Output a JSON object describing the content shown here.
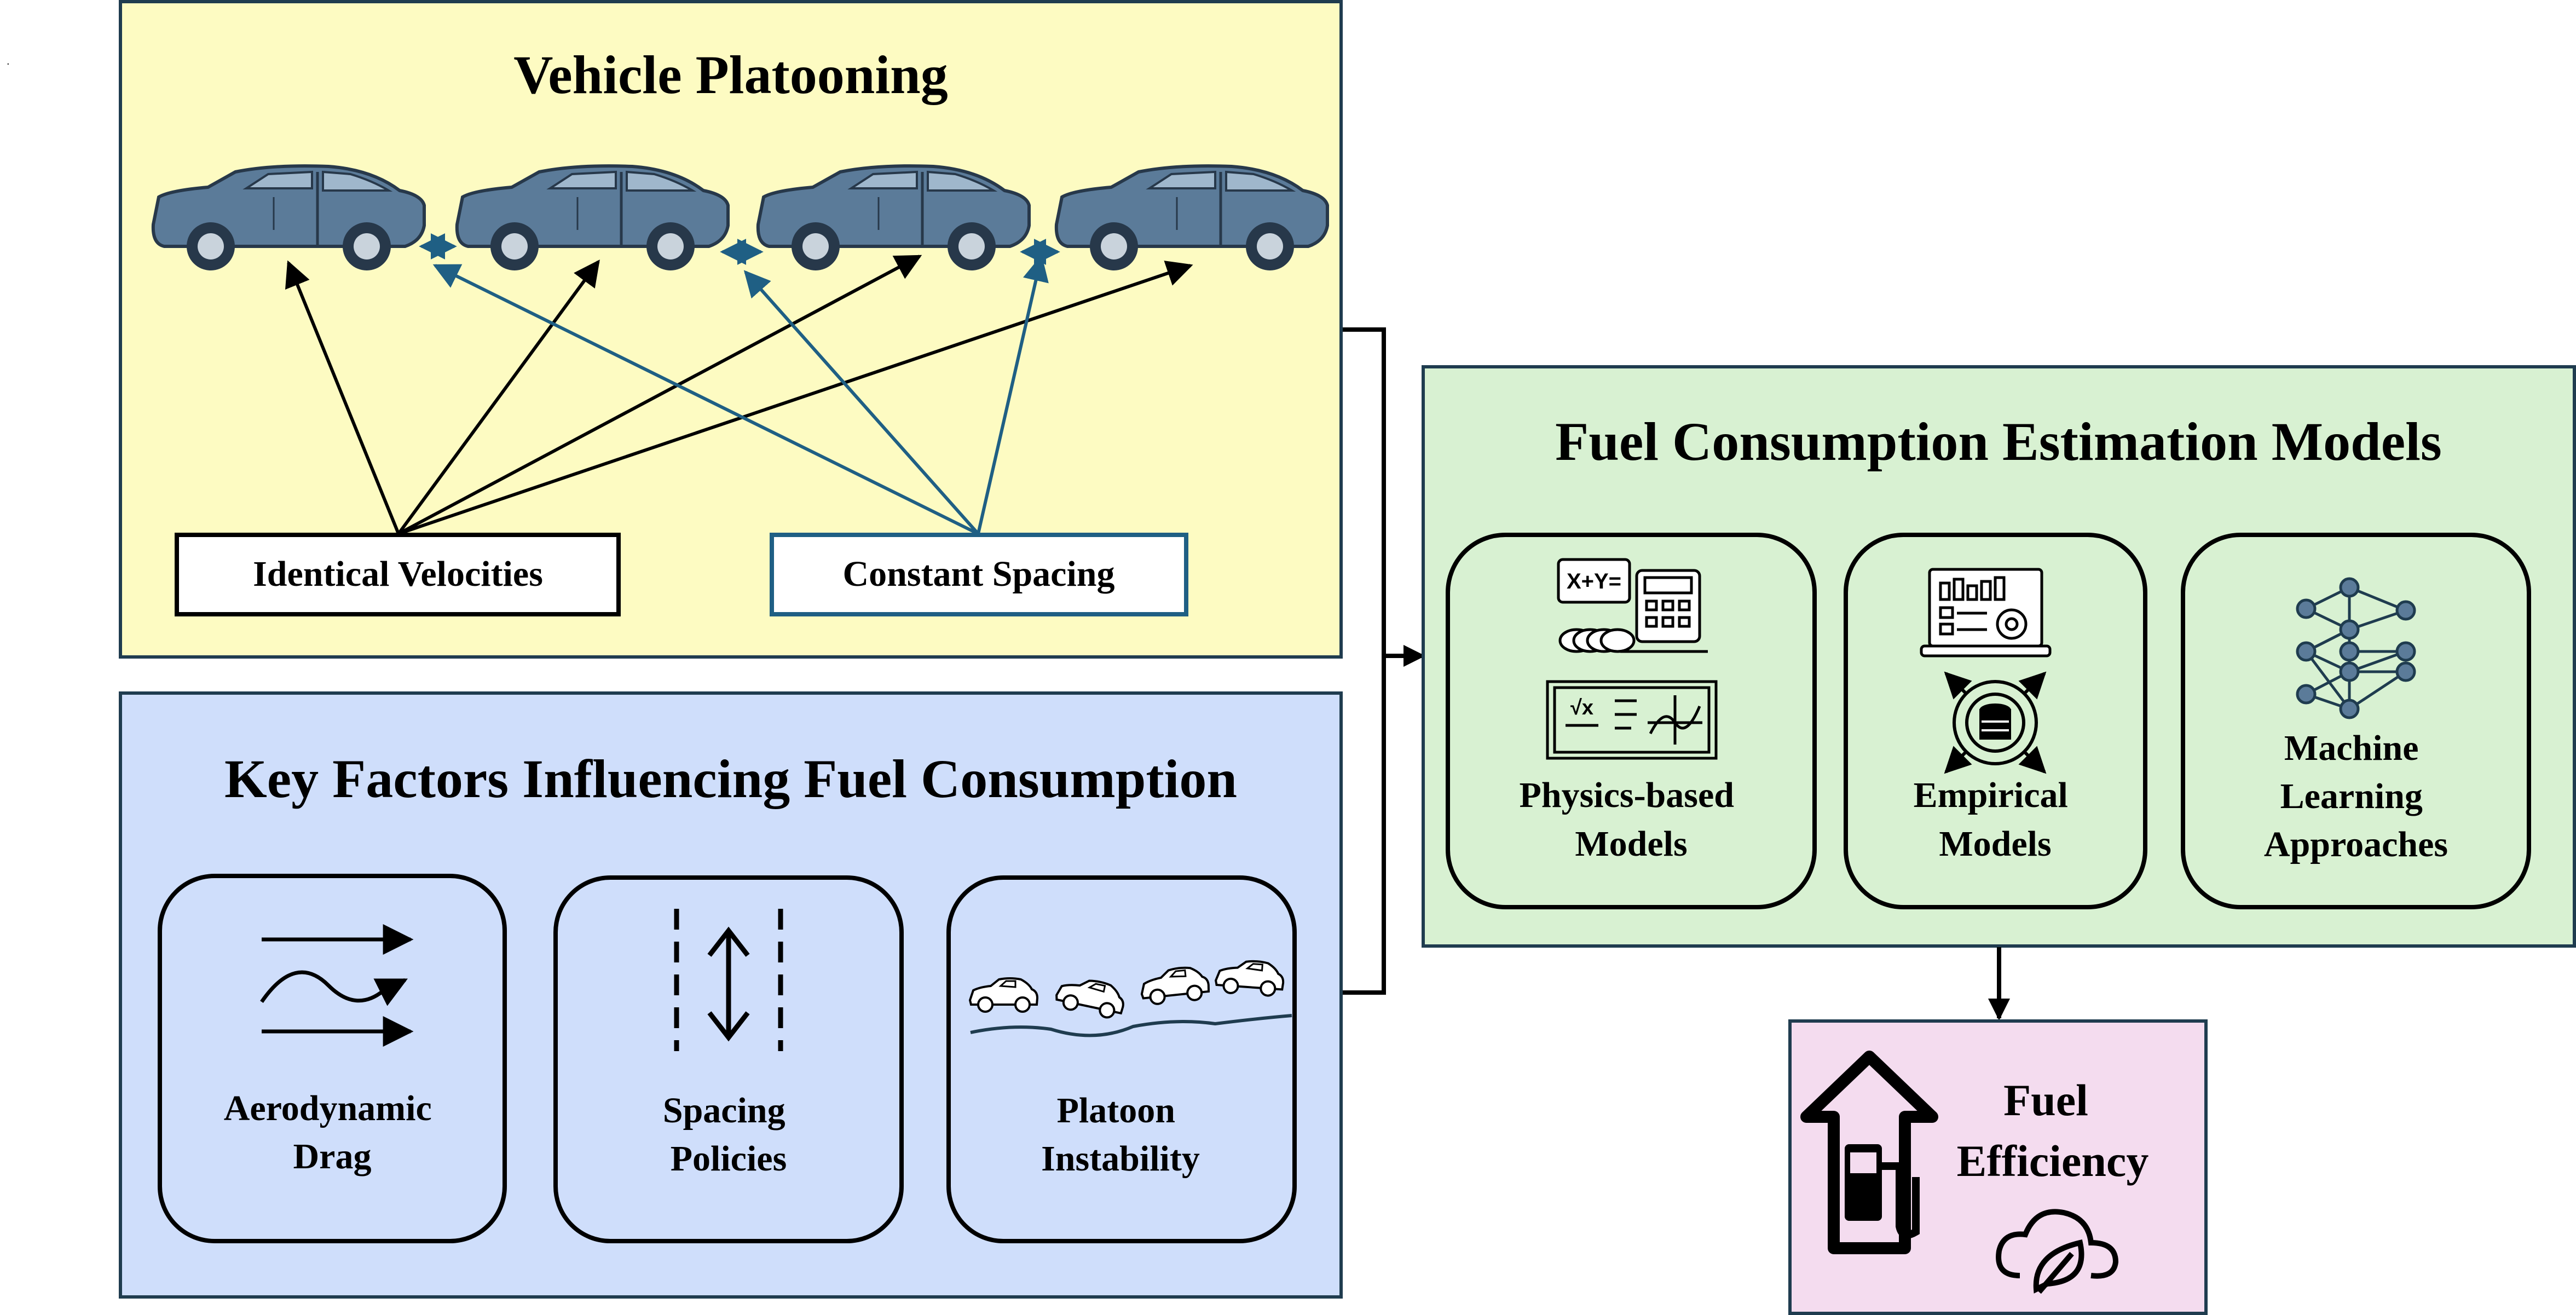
{
  "platooning": {
    "title": "Vehicle Platooning",
    "identical_velocities": "Identical Velocities",
    "constant_spacing": "Constant Spacing"
  },
  "factors": {
    "title": "Key Factors Influencing Fuel Consumption",
    "aero": [
      "Aerodynamic",
      "Drag"
    ],
    "spacing": [
      "Spacing",
      "Policies"
    ],
    "instability": [
      "Platoon",
      "Instability"
    ]
  },
  "models": {
    "title": "Fuel Consumption Estimation Models",
    "physics": [
      "Physics-based",
      "Models"
    ],
    "physics_icon_text": [
      "X+Y=",
      "√x"
    ],
    "empirical": [
      "Empirical",
      "Models"
    ],
    "ml": [
      "Machine",
      "Learning",
      "Approaches"
    ]
  },
  "efficiency": {
    "title": [
      "Fuel",
      "Efficiency"
    ]
  },
  "colors": {
    "platooning_bg": "#fdfbc2",
    "factors_bg": "#cfdefb",
    "models_bg": "#d8f1d2",
    "efficiency_bg": "#f4dcef",
    "car_body": "#5b7b99",
    "spacing_arrow": "#1f5f84",
    "constant_spacing_border": "#1f5f84"
  },
  "icons": [
    "car-icon",
    "aerodynamic-drag-icon",
    "spacing-arrow-icon",
    "platoon-cars-icon",
    "calculator-icon",
    "chalkboard-icon",
    "laptop-chart-icon",
    "database-gear-icon",
    "neural-network-icon",
    "fuel-pump-house-icon",
    "eco-leaf-cloud-icon"
  ]
}
